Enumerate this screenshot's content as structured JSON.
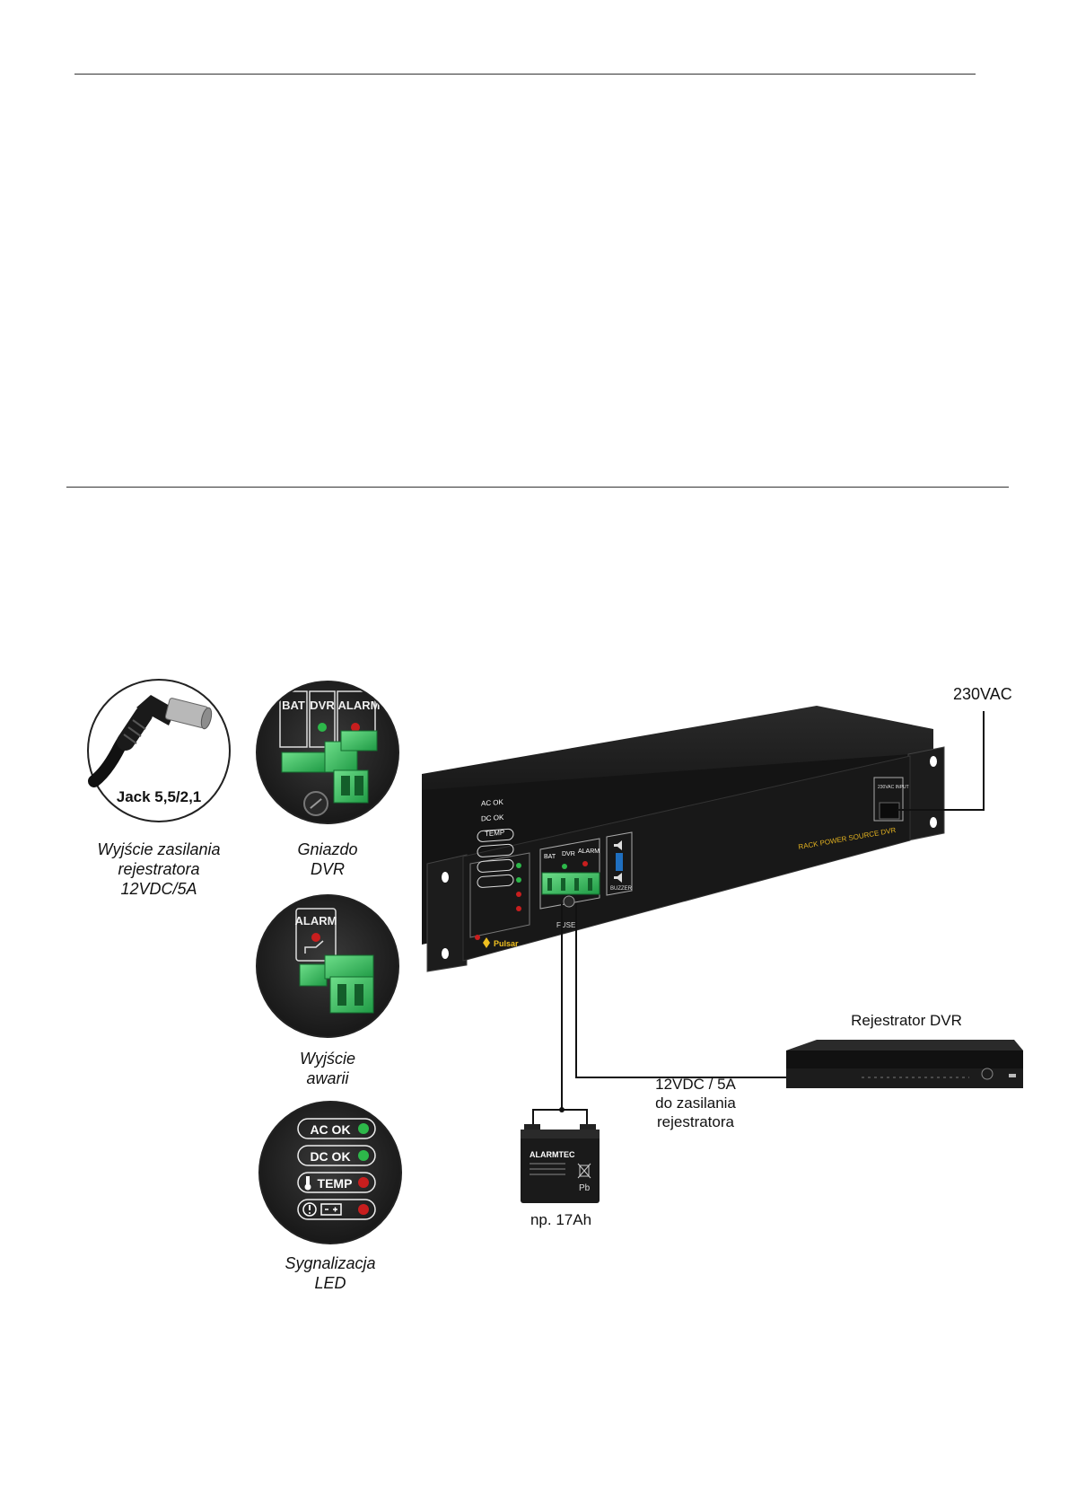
{
  "labels": {
    "jack_size": "Jack 5,5/2,1",
    "jack_caption": [
      "Wyjście zasilania",
      "rejestratora",
      "12VDC/5A"
    ],
    "dvr_socket_caption": [
      "Gniazdo",
      "DVR"
    ],
    "fault_output_caption": [
      "Wyjście",
      "awarii"
    ],
    "led_caption": [
      "Sygnalizacja",
      "LED"
    ],
    "mains": "230VAC",
    "recorder": "Rejestrator DVR",
    "dc_output": [
      "12VDC / 5A",
      "do zasilania",
      "rejestratora"
    ],
    "battery_size": "np. 17Ah"
  },
  "panel": {
    "bat": "BAT",
    "dvr": "DVR",
    "alarm": "ALARM",
    "fuse": "FUSE",
    "buzzer": "BUZZER",
    "brand": "Pulsar",
    "model": "RACK POWER SOURCE DVR",
    "ac_input": "230VAC INPUT"
  },
  "leds": {
    "ac_ok": "AC OK",
    "dc_ok": "DC OK",
    "temp": "TEMP",
    "ac_ok_color": "#2db84a",
    "dc_ok_color": "#2db84a",
    "temp_color": "#c81e1e",
    "battery_color": "#c81e1e"
  },
  "battery": {
    "brand": "ALARMTEC",
    "pb": "Pb"
  }
}
